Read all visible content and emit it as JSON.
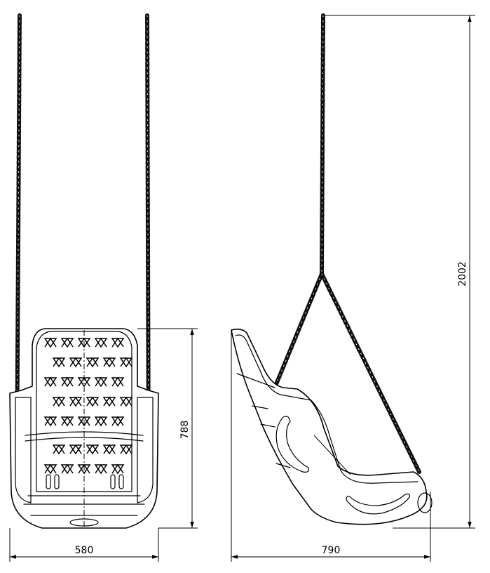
{
  "dimensions": {
    "front_width": "580",
    "front_height": "788",
    "side_depth": "790",
    "total_height": "2002"
  }
}
